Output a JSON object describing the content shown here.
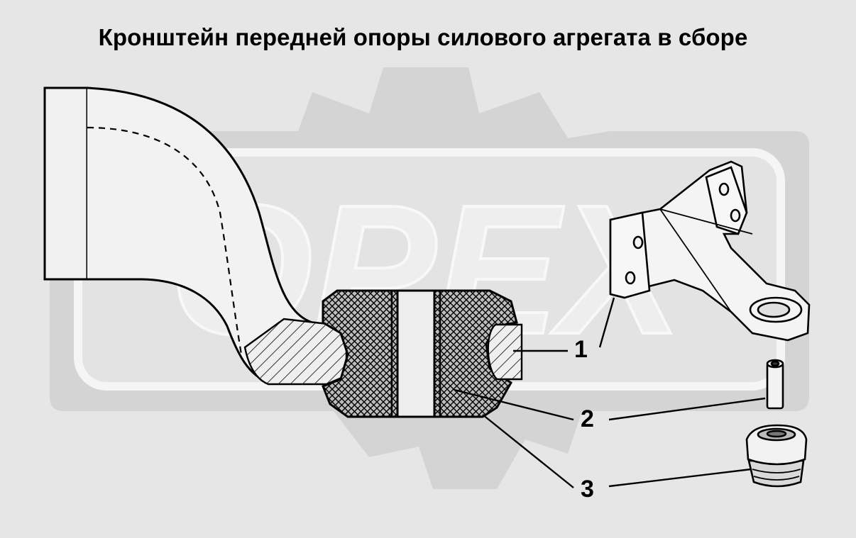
{
  "title": "Кронштейн передней опоры силового агрегата в сборе",
  "watermark": {
    "text": "OPEX",
    "color": "#d0d0d0"
  },
  "callouts": [
    {
      "label": "1",
      "target": "bracket-lug"
    },
    {
      "label": "2",
      "target": "rubber-bushing"
    },
    {
      "label": "3",
      "target": "sleeve"
    }
  ],
  "colors": {
    "line": "#000000",
    "background": "#e6e6e6",
    "part_fill": "#f2f2f2"
  }
}
